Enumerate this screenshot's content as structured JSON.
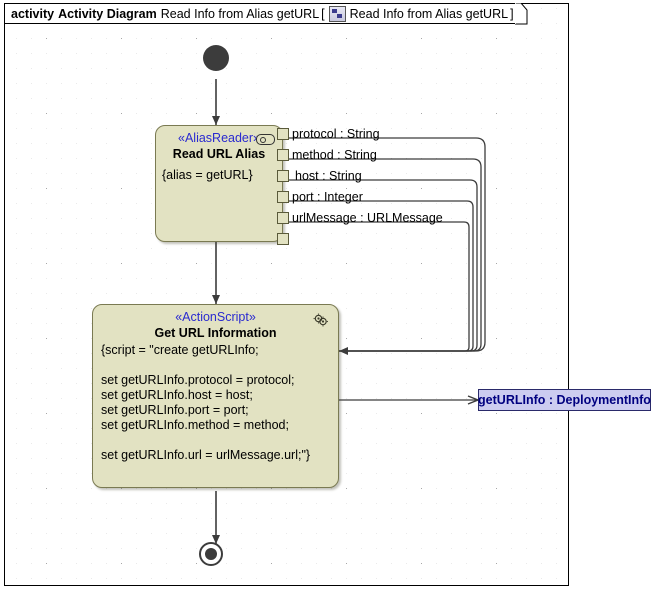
{
  "frame": {
    "keyword": "activity",
    "kind": "Activity Diagram",
    "name": "Read Info from Alias getURL",
    "bracket_open": "[",
    "bracket_close": "]",
    "qualified_name": "Read Info from Alias getURL",
    "icon": "activity-diagram-icon"
  },
  "nodes": {
    "initial": {
      "name": "initial-node"
    },
    "final": {
      "name": "activity-final-node"
    },
    "read_alias": {
      "stereotype": "«AliasReader»",
      "name": "Read URL Alias",
      "body": "{alias = getURL}",
      "icon": "pin-stereotype-icon",
      "fill": "#e2e2c2",
      "border": "#7a7a52"
    },
    "get_url_info": {
      "stereotype": "«ActionScript»",
      "name": "Get URL Information",
      "body": "{script = \"create getURLInfo;\n\nset getURLInfo.protocol = protocol;\nset getURLInfo.host = host;\nset getURLInfo.port = port;\nset getURLInfo.method = method;\n\nset getURLInfo.url = urlMessage.url;\"}",
      "icon": "script-gears-icon",
      "fill": "#e2e2c2",
      "border": "#7a7a52"
    },
    "object_node": {
      "label": "getURLInfo : DeploymentInfo",
      "fill": "#ccccf0",
      "text_color": "#000080"
    }
  },
  "pins": [
    {
      "label": "protocol : String"
    },
    {
      "label": "method : String"
    },
    {
      "label": "host : String"
    },
    {
      "label": "port : Integer"
    },
    {
      "label": "urlMessage : URLMessage"
    }
  ],
  "colors": {
    "action_fill": "#e2e2c2",
    "action_border": "#7a7a52",
    "object_fill": "#ccccf0",
    "object_border": "#2a2a6a",
    "stereotype_text": "#2a2ad0",
    "edge": "#3c3c3c",
    "grid_dot": "#a9a9a9",
    "frame_border": "#000000",
    "canvas": "#ffffff"
  }
}
